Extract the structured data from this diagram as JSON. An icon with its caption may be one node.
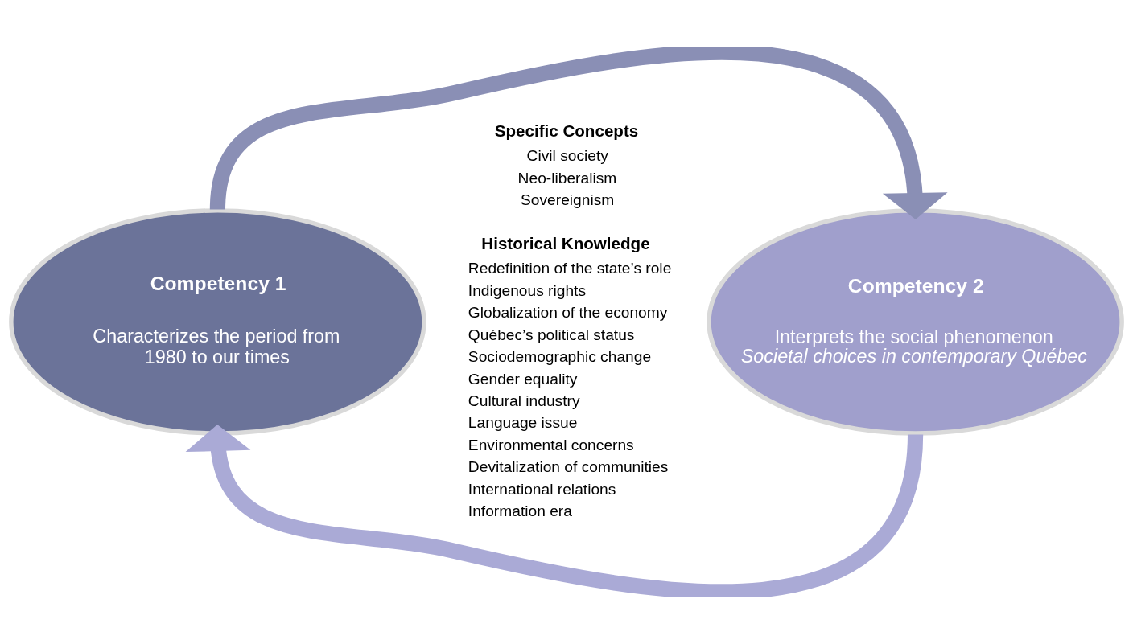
{
  "diagram": {
    "nodes": [
      {
        "text": [
          "Competency 1",
          "Characterizes the period from 1980 to our times"
        ]
      },
      {
        "text": [
          "Competency 2",
          "Interprets the social phenomenon *Societal choices in contemporary Québec*"
        ]
      }
    ],
    "edges": [
      {
        "from": 0,
        "to": 1,
        "arrow": "to",
        "color": "#8a8fb5"
      },
      {
        "from": 1,
        "to": 0,
        "arrow": "to",
        "color": "#aaaad6"
      }
    ],
    "labels": [
      "Specific Concepts",
      "Civil society",
      "Neo-liberalism",
      "Sovereignism",
      "Historical Knowledge",
      "Redefinition of the state’s role",
      "Indigenous rights",
      "Globalization of the economy",
      "Québec’s political status",
      "Sociodemographic change",
      "Gender equality",
      "Cultural industry",
      "Language issue",
      "Environmental concerns",
      "Devitalization of communities",
      "International relations",
      "Information era"
    ]
  }
}
